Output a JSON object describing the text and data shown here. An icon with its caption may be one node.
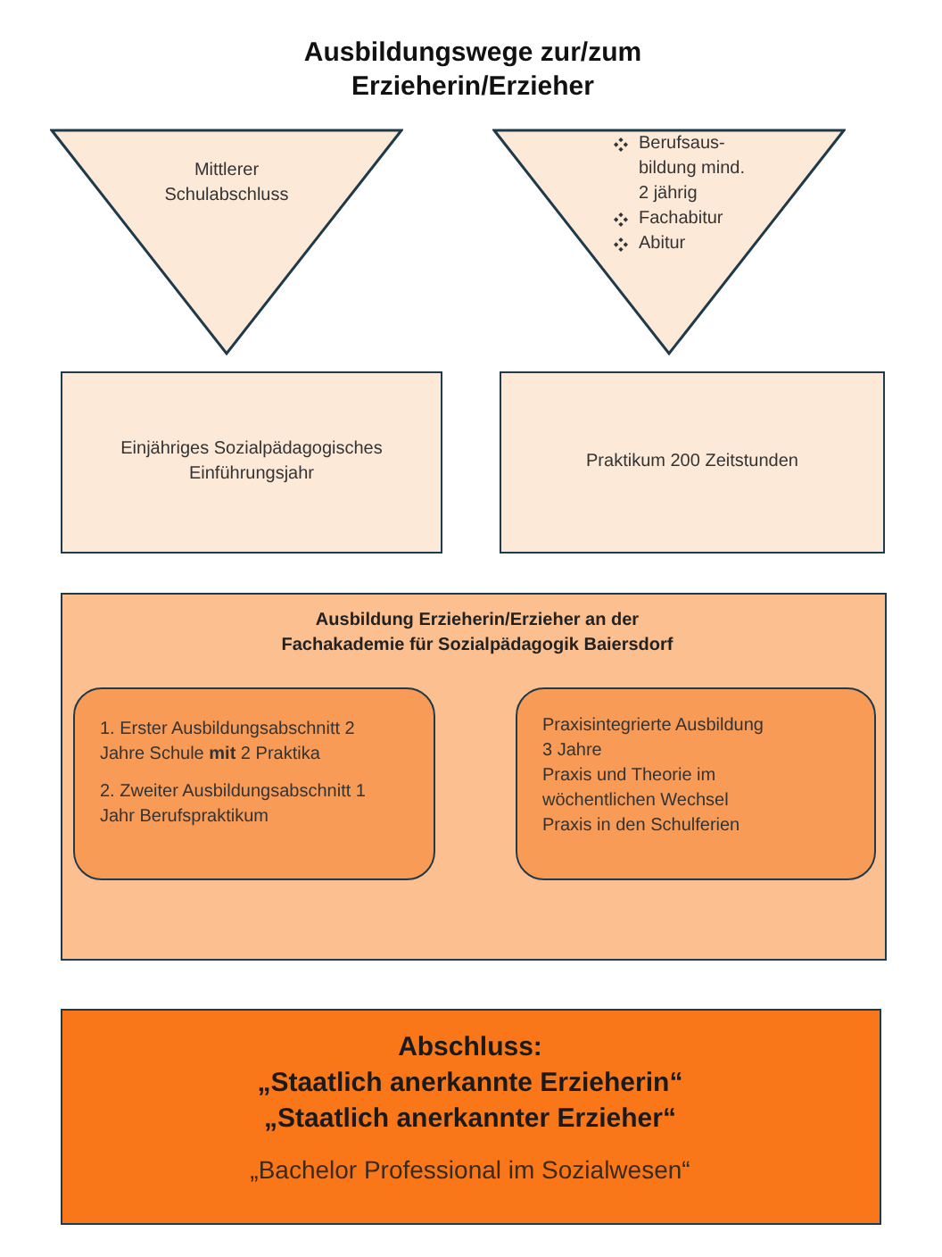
{
  "diagram": {
    "title": "Ausbildungswege zur/zum Erzieherin/Erzieher",
    "nodes": [
      {
        "text": [
          "Mittlerer Schulabschluss"
        ]
      },
      {
        "text": [
          "Berufsaus- bildung mind. 2 jährig",
          "Fachabitur",
          "Abitur"
        ]
      },
      {
        "text": [
          "Einjähriges Sozialpädagogisches Einführungsjahr"
        ]
      },
      {
        "text": [
          "Praktikum 200 Zeitstunden"
        ]
      },
      {
        "text": [
          "Ausbildung Erzieherin/Erzieher an der Fachakademie für Sozialpädagogik Baiersdorf"
        ]
      },
      {
        "text": [
          "1. Erster Ausbildungsabschnitt 2 Jahre Schule **mit** 2 Praktika",
          "2. Zweiter Ausbildungsabschnitt 1 Jahr Berufspraktikum"
        ],
        "in": 4
      },
      {
        "text": [
          "Praxisintegrierte Ausbildung",
          "3 Jahre",
          "Praxis und Theorie im wöchentlichen Wechsel",
          "Praxis in den Schulferien"
        ],
        "in": 4
      },
      {
        "text": [
          "Abschluss:",
          "„Staatlich anerkannte Erzieherin“",
          "„Staatlich anerkannter Erzieher“",
          "„Bachelor Professional im Sozialwesen“"
        ]
      }
    ],
    "edges": []
  }
}
